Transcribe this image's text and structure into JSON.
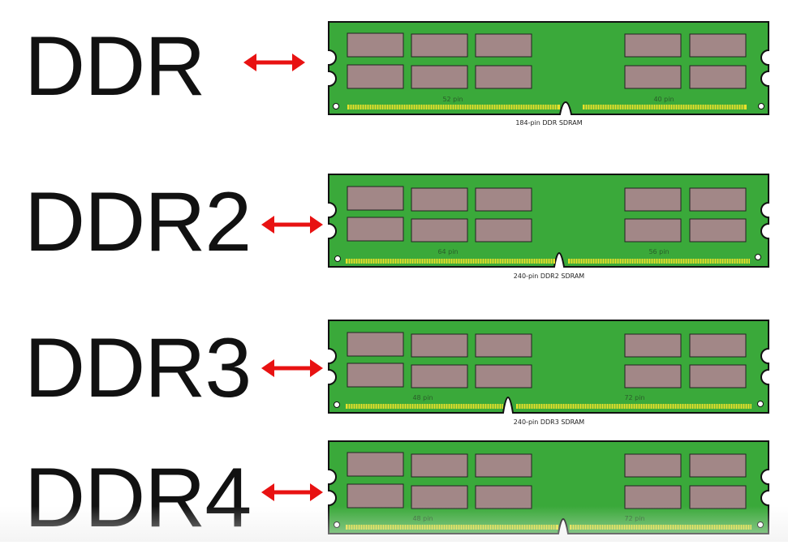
{
  "colors": {
    "pcb": "#3aa93a",
    "pcb_border": "#111111",
    "chip": "#a28787",
    "pins": "#e8e02a",
    "arrow": "#e81212",
    "label": "#111111"
  },
  "modules": [
    {
      "label": "DDR",
      "left_pins": "52 pin",
      "right_pins": "40 pin",
      "caption": "184-pin DDR SDRAM",
      "notch": "center"
    },
    {
      "label": "DDR2",
      "left_pins": "64 pin",
      "right_pins": "56 pin",
      "caption": "240-pin DDR2 SDRAM",
      "notch": "center"
    },
    {
      "label": "DDR3",
      "left_pins": "48 pin",
      "right_pins": "72 pin",
      "caption": "240-pin DDR3 SDRAM",
      "notch": "left"
    },
    {
      "label": "DDR4",
      "left_pins": "48 pin",
      "right_pins": "72 pin",
      "caption": "",
      "notch": "center"
    }
  ]
}
